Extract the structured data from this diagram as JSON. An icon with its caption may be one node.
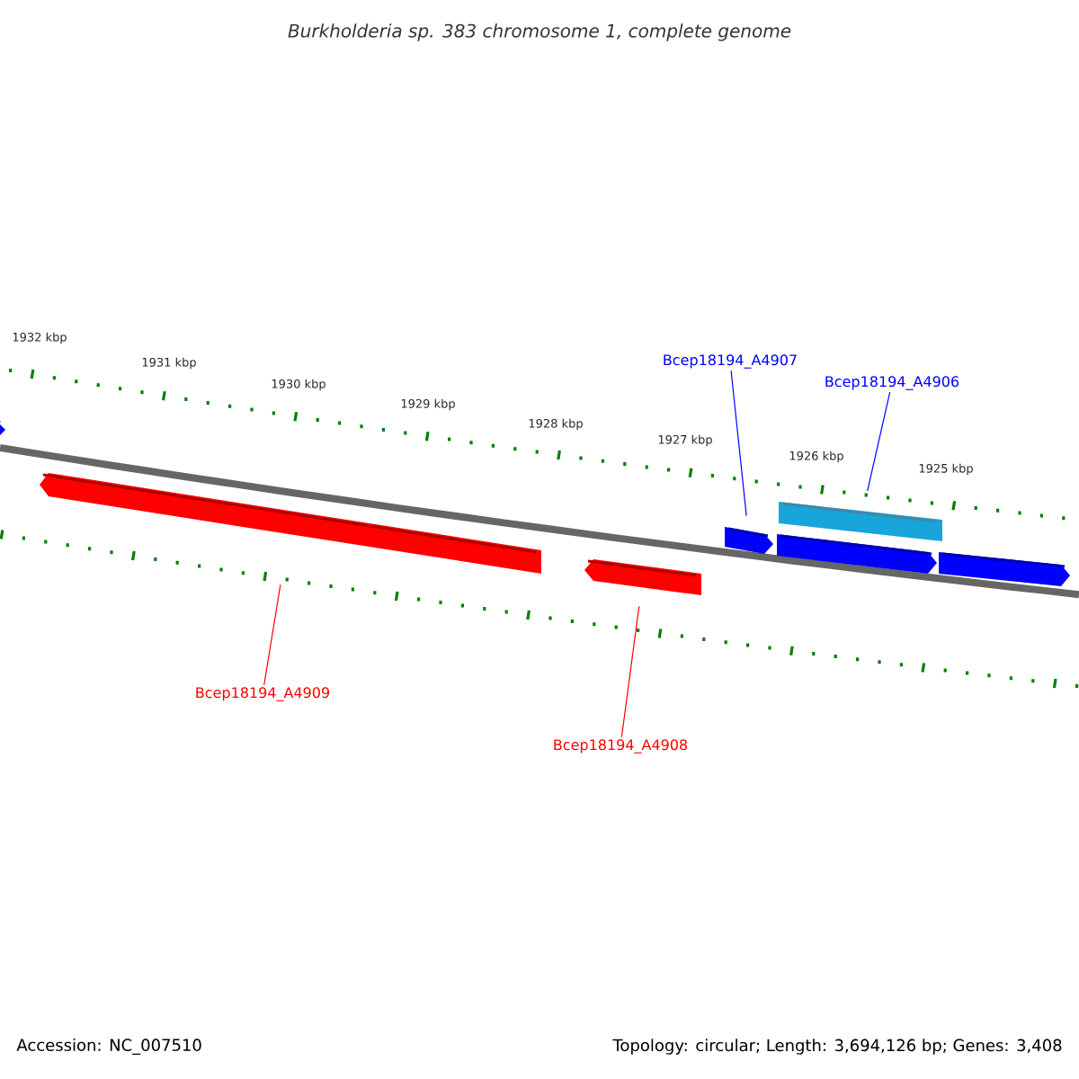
{
  "diagram": {
    "title": "Burkholderia sp. 383 chromosome 1, complete genome",
    "nodes": [
      {
        "text": [
          "Bcep18194_A4907"
        ]
      },
      {
        "text": [
          "Bcep18194_A4906"
        ]
      },
      {
        "text": [
          "Bcep18194_A4909"
        ]
      },
      {
        "text": [
          "Bcep18194_A4908"
        ]
      },
      {
        "text": [],
        "shape": "bar"
      },
      {
        "text": [],
        "shape": "bar"
      },
      {
        "text": [],
        "shape": "bar"
      },
      {
        "text": [],
        "shape": "bar"
      },
      {
        "text": [],
        "shape": "box"
      },
      {
        "text": [],
        "shape": "bar"
      },
      {
        "text": [],
        "shape": "bar"
      }
    ],
    "edges": [
      {
        "from": 0,
        "to": 7,
        "arrow": "none",
        "color": "#0000ff"
      },
      {
        "from": 1,
        "to": 8,
        "arrow": "none",
        "color": "#0000ff"
      },
      {
        "from": 2,
        "to": 5,
        "arrow": "none",
        "color": "#ff0000"
      },
      {
        "from": 3,
        "to": 6,
        "arrow": "none",
        "color": "#ff0000"
      }
    ],
    "labels": [
      "1932 kbp",
      "1931 kbp",
      "1930 kbp",
      "1929 kbp",
      "1928 kbp",
      "1927 kbp",
      "1926 kbp",
      "1925 kbp",
      "Accession: NC_007510",
      "Topology: circular; Length: 3,694,126 bp; Genes: 3,408"
    ]
  }
}
